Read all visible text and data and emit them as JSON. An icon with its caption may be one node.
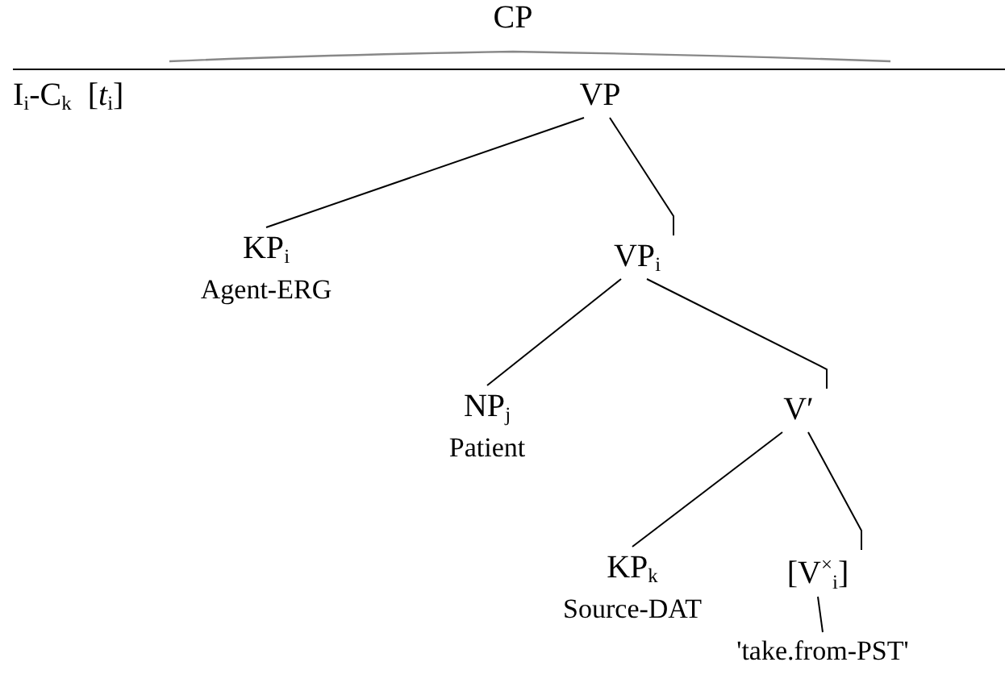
{
  "diagram": {
    "nodes": [
      {
        "text": [
          "VP"
        ]
      },
      {
        "text": [
          "KP$_{i}$",
          "Agent-ERG"
        ]
      },
      {
        "text": [
          "VP$_{i}$"
        ]
      },
      {
        "text": [
          "NP$_{j}$",
          "Patient"
        ]
      },
      {
        "text": [
          "V′"
        ]
      },
      {
        "text": [
          "KP$_{k}$",
          "Source-DAT"
        ]
      },
      {
        "text": [
          "[V$^{×}$$_{i}$]"
        ]
      },
      {
        "text": [
          "'take.from-PST'"
        ]
      }
    ],
    "edges": [
      {
        "from": 0,
        "to": 1,
        "arrow": "none"
      },
      {
        "from": 0,
        "to": 2,
        "arrow": "none"
      },
      {
        "from": 2,
        "to": 3,
        "arrow": "none"
      },
      {
        "from": 2,
        "to": 4,
        "arrow": "none"
      },
      {
        "from": 4,
        "to": 5,
        "arrow": "none"
      },
      {
        "from": 4,
        "to": 6,
        "arrow": "none"
      },
      {
        "from": 6,
        "to": 7,
        "arrow": "none"
      }
    ],
    "labels": [
      "CP",
      "I$_{i}$-C$_{k}$  [*t*$_{i}$]"
    ]
  }
}
